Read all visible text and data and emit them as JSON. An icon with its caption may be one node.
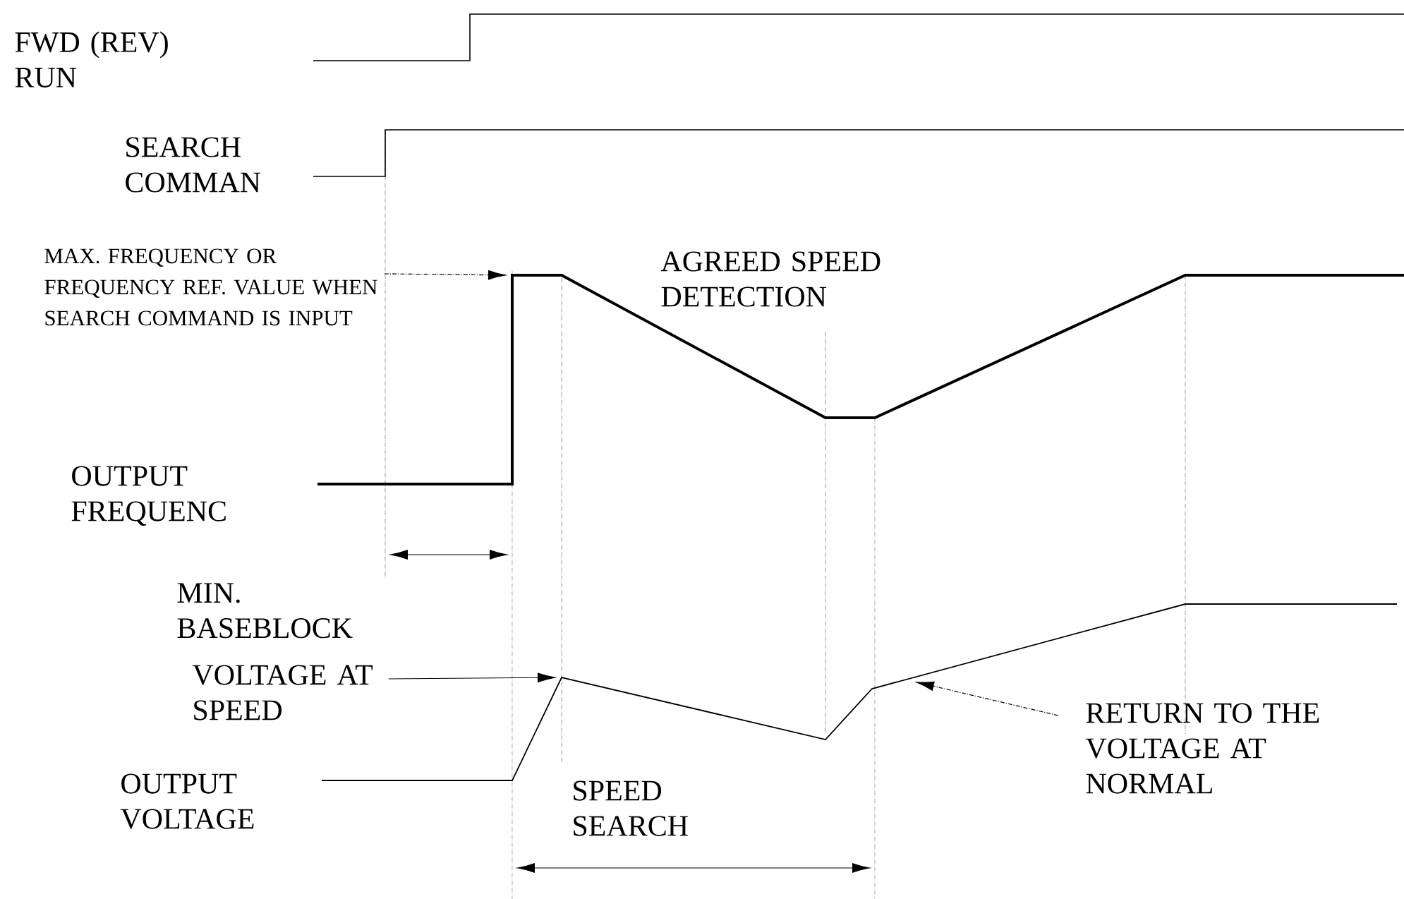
{
  "diagram": {
    "nodes": [
      {
        "text": [
          "MAX. FREQUENCY OR FREQUENCY REF. VALUE WHEN SEARCH COMMAND IS INPUT"
        ]
      },
      {
        "text": [
          "VOLTAGE AT SPEED"
        ]
      },
      {
        "text": [
          "RETURN TO THE VOLTAGE AT NORMAL"
        ]
      }
    ],
    "edges": [
      {
        "from": 0,
        "to": null,
        "arrow": "to",
        "style": "dashed"
      },
      {
        "from": 1,
        "to": null,
        "arrow": "to"
      },
      {
        "from": 2,
        "to": null,
        "arrow": "to",
        "style": "dashed"
      }
    ],
    "labels": [
      "FWD (REV) RUN",
      "SEARCH COMMAN",
      "AGREED SPEED DETECTION",
      "OUTPUT FREQUENC",
      "MIN. BASEBLOCK",
      "OUTPUT VOLTAGE",
      "SPEED SEARCH"
    ]
  }
}
